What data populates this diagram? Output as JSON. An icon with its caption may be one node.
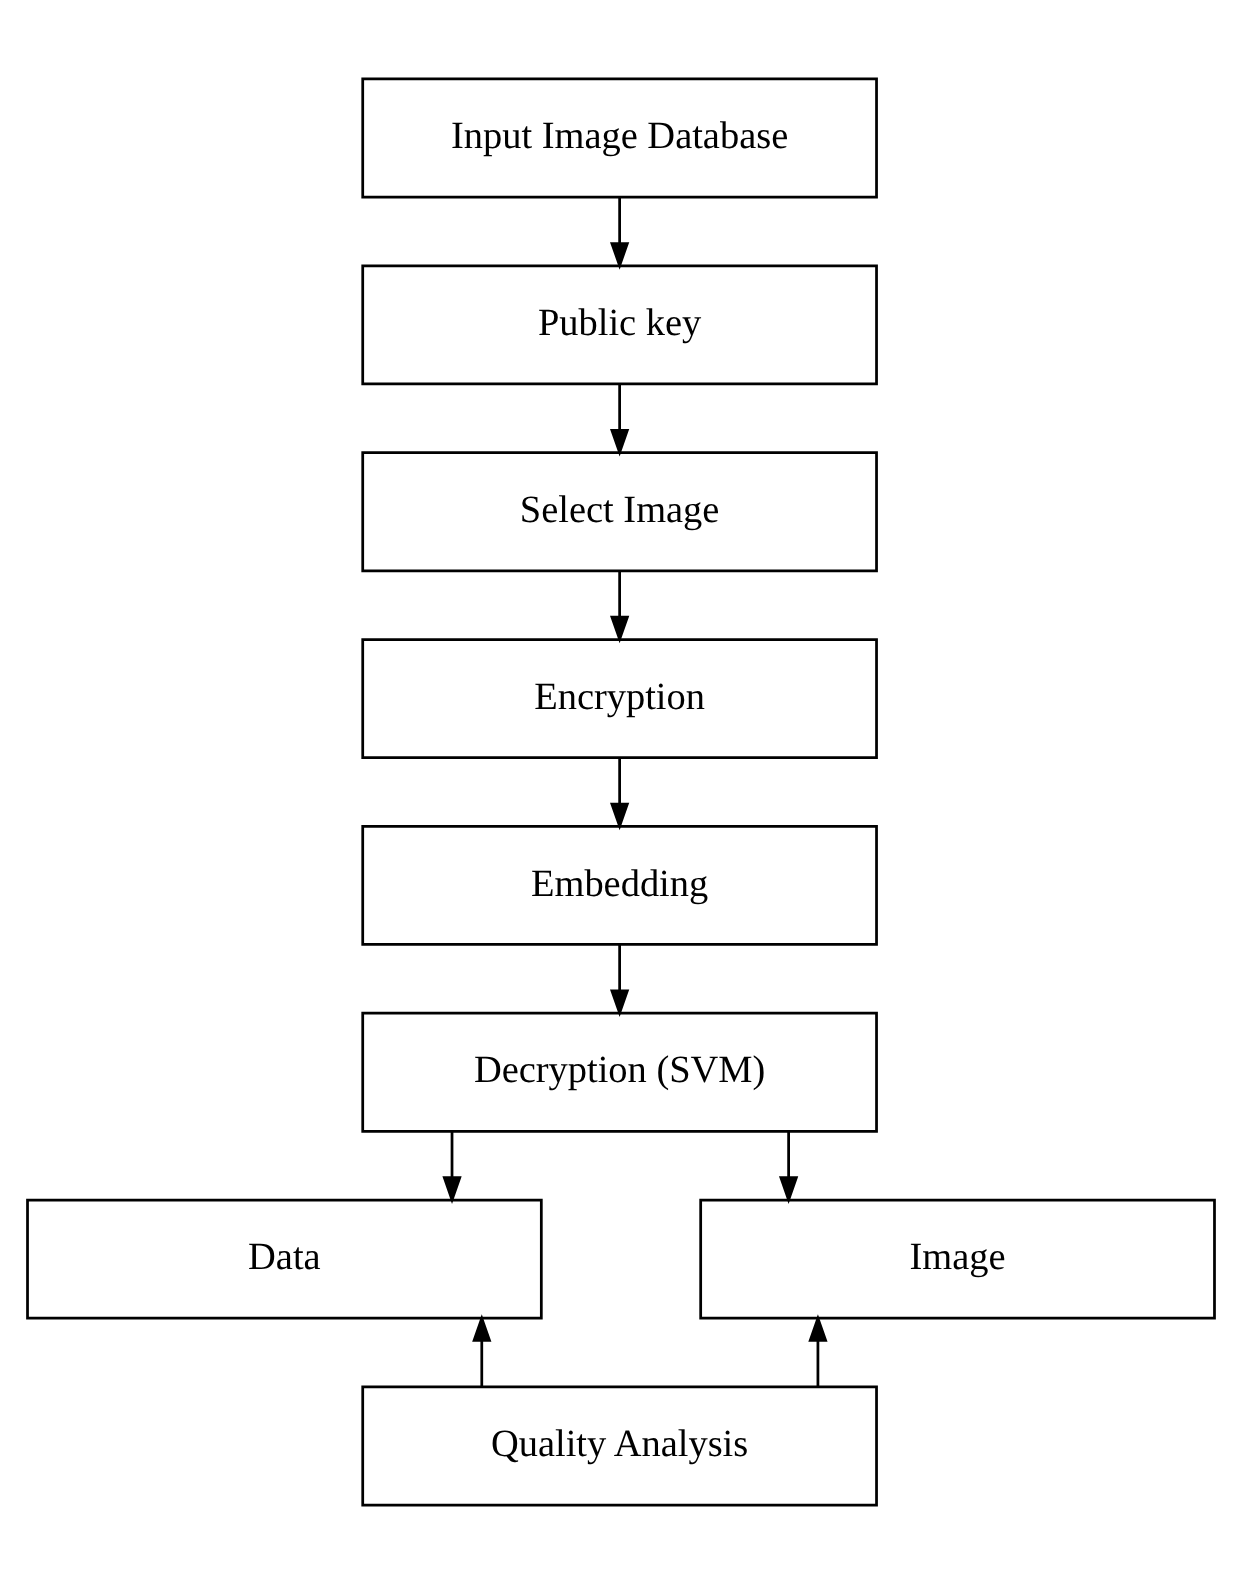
{
  "diagram": {
    "nodes": [
      {
        "text": [
          "Input Image Database"
        ]
      },
      {
        "text": [
          "Public key"
        ]
      },
      {
        "text": [
          "Select Image"
        ]
      },
      {
        "text": [
          "Encryption"
        ]
      },
      {
        "text": [
          "Embedding"
        ]
      },
      {
        "text": [
          "Decryption (SVM)"
        ]
      },
      {
        "text": [
          "Data"
        ]
      },
      {
        "text": [
          "Image"
        ]
      },
      {
        "text": [
          "Quality Analysis"
        ]
      }
    ],
    "edges": [
      {
        "from": 0,
        "to": 1,
        "arrow": "to"
      },
      {
        "from": 1,
        "to": 2,
        "arrow": "to"
      },
      {
        "from": 2,
        "to": 3,
        "arrow": "to"
      },
      {
        "from": 3,
        "to": 4,
        "arrow": "to"
      },
      {
        "from": 4,
        "to": 5,
        "arrow": "to"
      },
      {
        "from": 5,
        "to": 6,
        "arrow": "to"
      },
      {
        "from": 5,
        "to": 7,
        "arrow": "to"
      },
      {
        "from": 8,
        "to": 6,
        "arrow": "to"
      },
      {
        "from": 8,
        "to": 7,
        "arrow": "to"
      }
    ]
  }
}
